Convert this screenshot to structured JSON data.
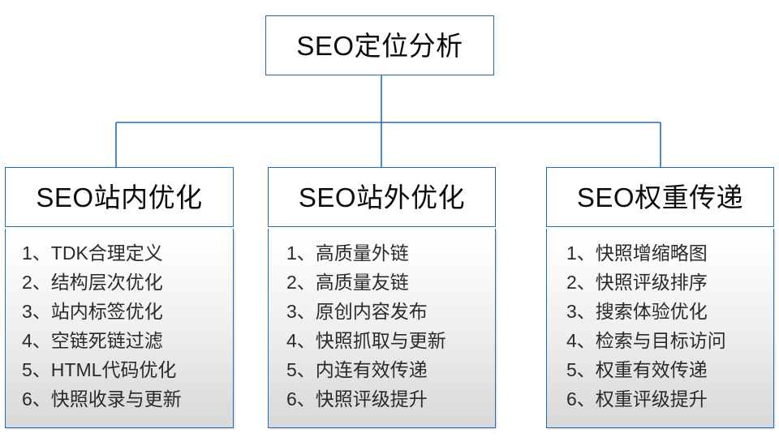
{
  "diagram": {
    "title": "SEO定位分析",
    "accent_color": "#1F6FB2",
    "body_fill_top": "#ffffff",
    "body_fill_bottom": "#d9d9d9",
    "root": {
      "label": "SEO定位分析"
    },
    "branches": [
      {
        "header": "SEO站内优化",
        "items": [
          "1、TDK合理定义",
          "2、结构层次优化",
          "3、站内标签优化",
          "4、空链死链过滤",
          "5、HTML代码优化",
          "6、快照收录与更新"
        ]
      },
      {
        "header": "SEO站外优化",
        "items": [
          "1、高质量外链",
          "2、高质量友链",
          "3、原创内容发布",
          "4、快照抓取与更新",
          "5、内连有效传递",
          "6、快照评级提升"
        ]
      },
      {
        "header": "SEO权重传递",
        "items": [
          "1、快照增缩略图",
          "2、快照评级排序",
          "3、搜索体验优化",
          "4、检索与目标访问",
          "5、权重有效传递",
          "6、权重评级提升"
        ]
      }
    ]
  }
}
